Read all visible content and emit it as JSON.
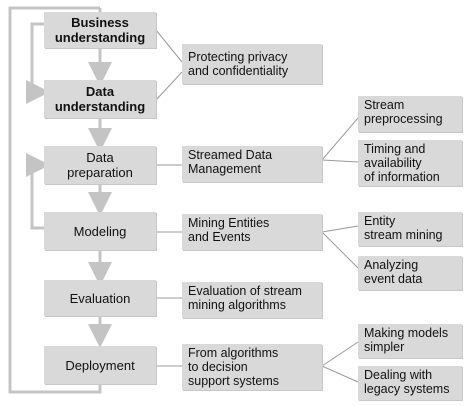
{
  "phases": [
    {
      "id": "business",
      "label_line1": "Business",
      "label_line2": "understanding"
    },
    {
      "id": "data-understanding",
      "label_line1": "Data",
      "label_line2": "understanding"
    },
    {
      "id": "data-preparation",
      "label_line1": "Data",
      "label_line2": "preparation"
    },
    {
      "id": "modeling",
      "label_line1": "Modeling",
      "label_line2": ""
    },
    {
      "id": "evaluation",
      "label_line1": "Evaluation",
      "label_line2": ""
    },
    {
      "id": "deployment",
      "label_line1": "Deployment",
      "label_line2": ""
    }
  ],
  "concerns": [
    {
      "id": "privacy",
      "line1": "Protecting privacy",
      "line2": "and confidentiality",
      "line3": ""
    },
    {
      "id": "streamed-data",
      "line1": "Streamed Data",
      "line2": "Management",
      "line3": ""
    },
    {
      "id": "mining-entities",
      "line1": "Mining Entities",
      "line2": "and Events",
      "line3": ""
    },
    {
      "id": "evaluation-stream",
      "line1": "Evaluation of stream",
      "line2": "mining algorithms",
      "line3": ""
    },
    {
      "id": "algorithms-dss",
      "line1": "From algorithms",
      "line2": "to decision",
      "line3": "support systems"
    }
  ],
  "details": [
    {
      "id": "stream-preprocessing",
      "line1": "Stream",
      "line2": "preprocessing",
      "line3": ""
    },
    {
      "id": "timing",
      "line1": "Timing and",
      "line2": "availability",
      "line3": "of information"
    },
    {
      "id": "entity-stream-mining",
      "line1": "Entity",
      "line2": "stream mining",
      "line3": ""
    },
    {
      "id": "analyzing-event-data",
      "line1": "Analyzing",
      "line2": "event data",
      "line3": ""
    },
    {
      "id": "models-simpler",
      "line1": "Making models",
      "line2": "simpler",
      "line3": ""
    },
    {
      "id": "legacy-systems",
      "line1": "Dealing with",
      "line2": "legacy systems",
      "line3": ""
    }
  ],
  "colors": {
    "box": "#d9d9d9",
    "connector": "#9a9a9a",
    "arrow": "#c4c4c4"
  }
}
